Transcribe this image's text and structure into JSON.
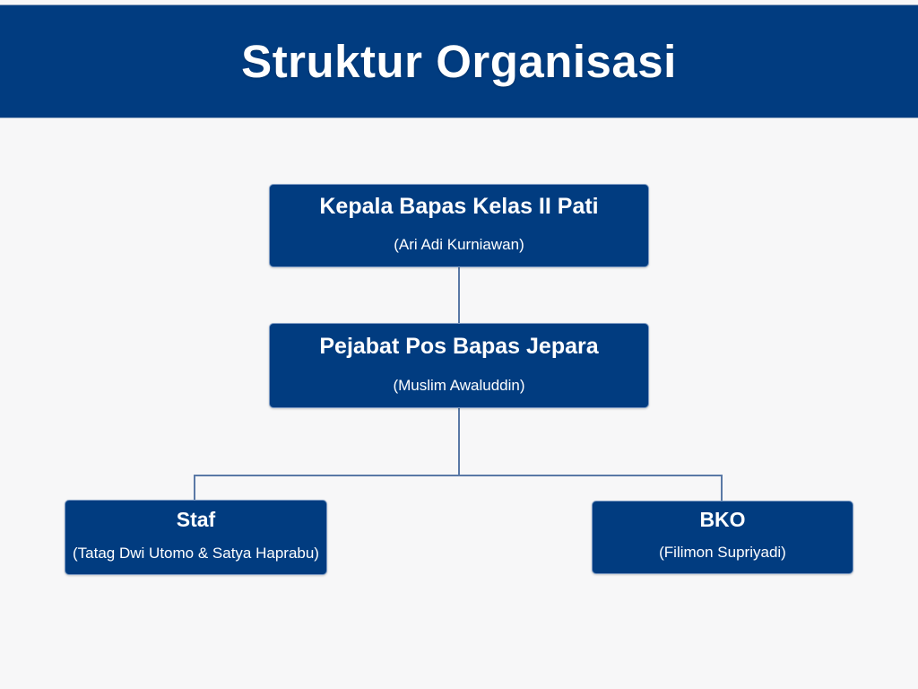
{
  "page": {
    "background_color": "#f7f7f8",
    "accent_color": "#013c80",
    "connector_color": "#5a79a6",
    "text_color": "#ffffff"
  },
  "header": {
    "title": "Struktur Organisasi"
  },
  "chart_data": {
    "type": "org-chart",
    "title": "Struktur Organisasi",
    "nodes": [
      {
        "id": "kepala",
        "title": "Kepala Bapas Kelas II Pati",
        "subtitle": "(Ari Adi Kurniawan)"
      },
      {
        "id": "pejabat",
        "title": "Pejabat Pos Bapas Jepara",
        "subtitle": "(Muslim Awaluddin)"
      },
      {
        "id": "staf",
        "title": "Staf",
        "subtitle": "(Tatag Dwi Utomo & Satya Haprabu)"
      },
      {
        "id": "bko",
        "title": "BKO",
        "subtitle": "(Filimon Supriyadi)"
      }
    ],
    "edges": [
      {
        "from": "kepala",
        "to": "pejabat"
      },
      {
        "from": "pejabat",
        "to": "staf"
      },
      {
        "from": "pejabat",
        "to": "bko"
      }
    ]
  }
}
